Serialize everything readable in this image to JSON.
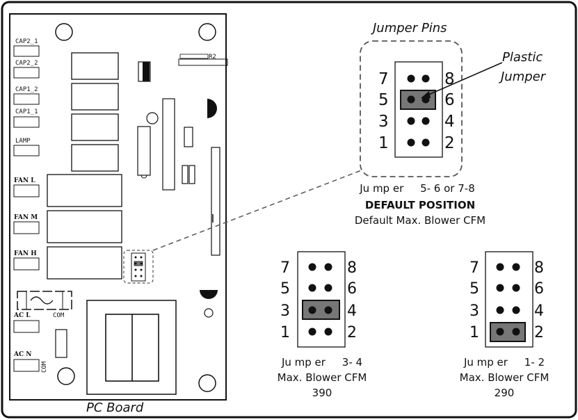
{
  "board": {
    "title": "PC Board",
    "left_labels": [
      "CAP2_1",
      "CAP2_2",
      "CAP1_2",
      "CAP1_1",
      "LAMP",
      "FAN L",
      "FAN M",
      "FAN H",
      "AC L",
      "AC N"
    ],
    "top_connector_label": "R2",
    "fuse_label": "COM",
    "com_label": "COM"
  },
  "jumper_callout": {
    "title": "Jumper Pins",
    "plastic_jumper_line1": "Plastic",
    "plastic_jumper_line2": "Jumper",
    "pins_left": [
      "7",
      "5",
      "3",
      "1"
    ],
    "pins_right": [
      "8",
      "6",
      "4",
      "2"
    ],
    "caption_line1": "Ju mp er     5- 6 or 7-8",
    "caption_line2": "DEFAULT POSITION",
    "caption_line3": "Default Max. Blower CFM",
    "jumper_position": "5-6"
  },
  "config_3_4": {
    "pins_left": [
      "7",
      "5",
      "3",
      "1"
    ],
    "pins_right": [
      "8",
      "6",
      "4",
      "2"
    ],
    "caption_line1": "Ju mp er     3- 4",
    "caption_line2": "Max. Blower CFM",
    "caption_line3": "390",
    "jumper_position": "3-4"
  },
  "config_1_2": {
    "pins_left": [
      "7",
      "5",
      "3",
      "1"
    ],
    "pins_right": [
      "8",
      "6",
      "4",
      "2"
    ],
    "caption_line1": "Ju mp er     1- 2",
    "caption_line2": "Max. Blower CFM",
    "caption_line3": "290",
    "jumper_position": "1-2"
  }
}
